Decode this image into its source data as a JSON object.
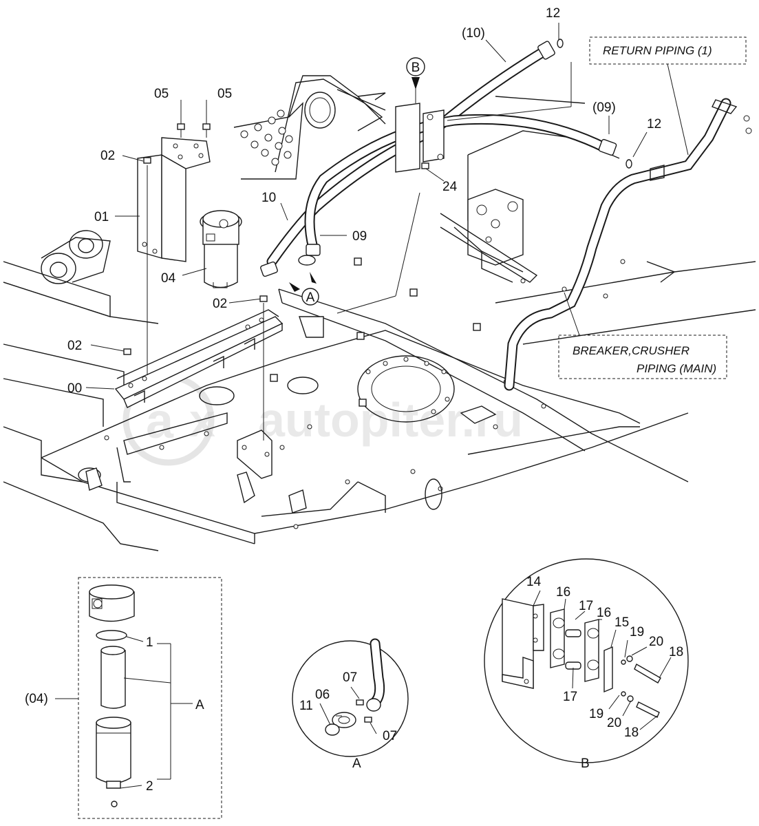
{
  "notes": {
    "return_piping": "RETURN PIPING (1)",
    "breaker_line1": "BREAKER,CRUSHER",
    "breaker_line2": "PIPING (MAIN)"
  },
  "watermark": "autopiter.ru",
  "parts": {
    "p00": "00",
    "p01": "01",
    "p02a": "02",
    "p02b": "02",
    "p02c": "02",
    "p04": "04",
    "p05a": "05",
    "p05b": "05",
    "p09": "09",
    "p09p": "(09)",
    "p10": "10",
    "p10p": "(10)",
    "p12a": "12",
    "p12b": "12",
    "p24": "24"
  },
  "markers": {
    "a": "A",
    "b": "B"
  },
  "detail_filter": {
    "ref": "(04)",
    "p1": "1",
    "p2": "2",
    "group": "A"
  },
  "detail_a": {
    "title": "A",
    "p06": "06",
    "p07a": "07",
    "p07b": "07",
    "p11": "11"
  },
  "detail_b": {
    "title": "B",
    "p14": "14",
    "p15": "15",
    "p16a": "16",
    "p16b": "16",
    "p17a": "17",
    "p17b": "17",
    "p18a": "18",
    "p18b": "18",
    "p19a": "19",
    "p19b": "19",
    "p20a": "20",
    "p20b": "20"
  }
}
